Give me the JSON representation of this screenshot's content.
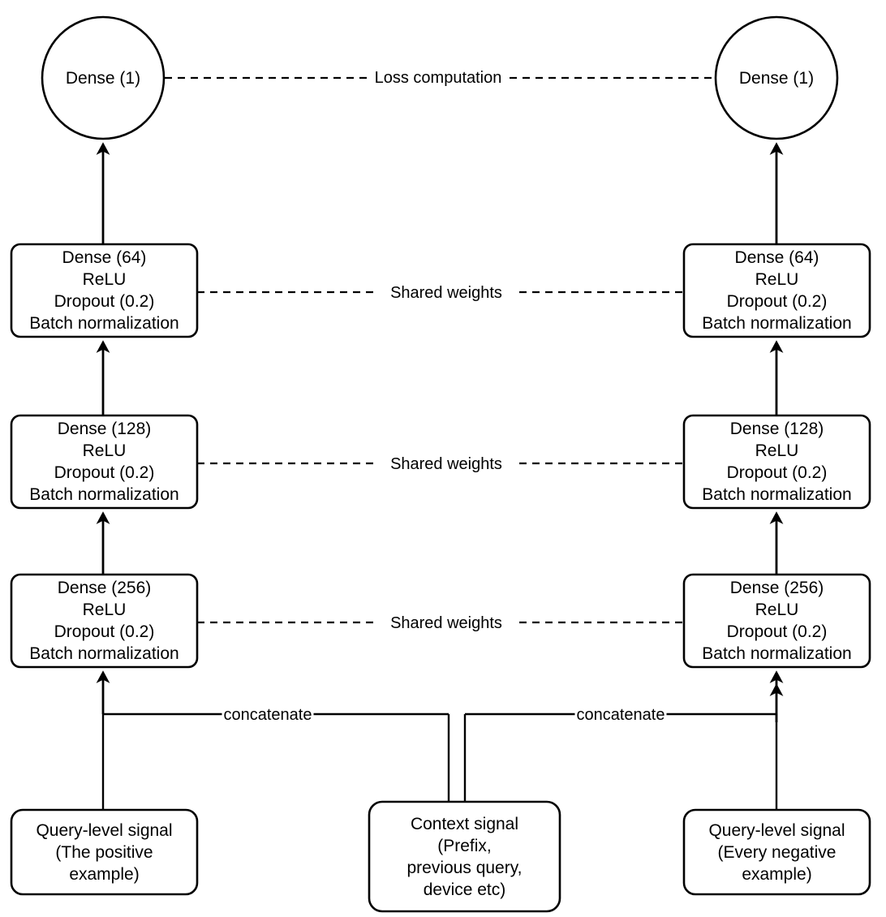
{
  "diagram": {
    "type": "neural-network-architecture",
    "description": "Siamese ranking network with shared weights over positive and negative query-level signals",
    "colors": {
      "stroke": "#000000",
      "background": "#ffffff",
      "text": "#000000"
    },
    "branches": {
      "left": {
        "name": "positive-branch"
      },
      "right": {
        "name": "negative-branch"
      }
    },
    "nodes": {
      "left_output": {
        "label": "Dense (1)",
        "shape": "circle"
      },
      "right_output": {
        "label": "Dense (1)",
        "shape": "circle"
      },
      "left_dense64": {
        "shape": "rounded-rect",
        "lines": [
          "Dense (64)",
          "ReLU",
          "Dropout (0.2)",
          "Batch normalization"
        ]
      },
      "right_dense64": {
        "shape": "rounded-rect",
        "lines": [
          "Dense (64)",
          "ReLU",
          "Dropout (0.2)",
          "Batch normalization"
        ]
      },
      "left_dense128": {
        "shape": "rounded-rect",
        "lines": [
          "Dense (128)",
          "ReLU",
          "Dropout (0.2)",
          "Batch normalization"
        ]
      },
      "right_dense128": {
        "shape": "rounded-rect",
        "lines": [
          "Dense (128)",
          "ReLU",
          "Dropout (0.2)",
          "Batch normalization"
        ]
      },
      "left_dense256": {
        "shape": "rounded-rect",
        "lines": [
          "Dense (256)",
          "ReLU",
          "Dropout (0.2)",
          "Batch normalization"
        ]
      },
      "right_dense256": {
        "shape": "rounded-rect",
        "lines": [
          "Dense (256)",
          "ReLU",
          "Dropout (0.2)",
          "Batch normalization"
        ]
      },
      "left_input": {
        "shape": "rounded-rect",
        "lines": [
          "Query-level signal",
          "(The positive",
          "example)"
        ]
      },
      "context_input": {
        "shape": "rounded-rect",
        "lines": [
          "Context signal",
          "(Prefix,",
          "previous query,",
          "device etc)"
        ]
      },
      "right_input": {
        "shape": "rounded-rect",
        "lines": [
          "Query-level signal",
          "(Every negative",
          "example)"
        ]
      }
    },
    "edges": {
      "loss": {
        "label": "Loss computation",
        "style": "dashed"
      },
      "shared_weights_64": {
        "label": "Shared weights",
        "style": "dashed"
      },
      "shared_weights_128": {
        "label": "Shared weights",
        "style": "dashed"
      },
      "shared_weights_256": {
        "label": "Shared weights",
        "style": "dashed"
      },
      "concat_left": {
        "label": "concatenate",
        "style": "solid"
      },
      "concat_right": {
        "label": "concatenate",
        "style": "solid"
      }
    }
  }
}
